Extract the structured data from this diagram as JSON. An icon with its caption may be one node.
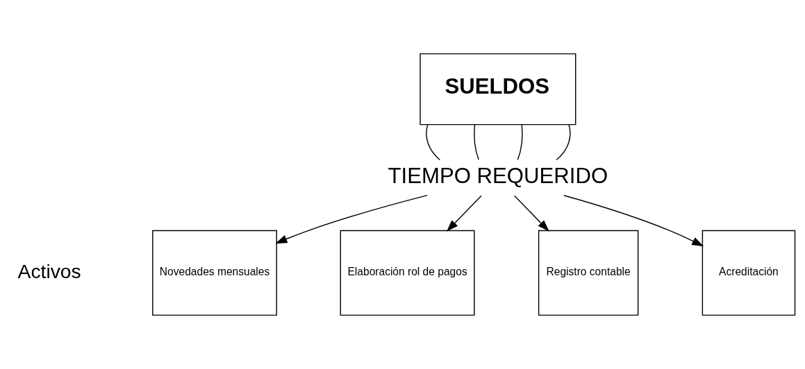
{
  "diagram": {
    "nodes": [
      {
        "text": [
          "SUELDOS"
        ]
      },
      {
        "text": [
          "TIEMPO REQUERIDO"
        ]
      },
      {
        "text": [
          "Novedades mensuales"
        ]
      },
      {
        "text": [
          "Elaboración rol de pagos"
        ]
      },
      {
        "text": [
          "Registro contable"
        ]
      },
      {
        "text": [
          "Acreditación"
        ]
      }
    ],
    "edges": [
      {
        "from": 0,
        "to": 1,
        "arrow": "none"
      },
      {
        "from": 0,
        "to": 1,
        "arrow": "none"
      },
      {
        "from": 0,
        "to": 1,
        "arrow": "none"
      },
      {
        "from": 0,
        "to": 1,
        "arrow": "none"
      },
      {
        "from": 1,
        "to": 2,
        "arrow": "to"
      },
      {
        "from": 1,
        "to": 3,
        "arrow": "to"
      },
      {
        "from": 1,
        "to": 4,
        "arrow": "to"
      },
      {
        "from": 1,
        "to": 5,
        "arrow": "to"
      }
    ],
    "labels": [
      "Activos"
    ]
  }
}
